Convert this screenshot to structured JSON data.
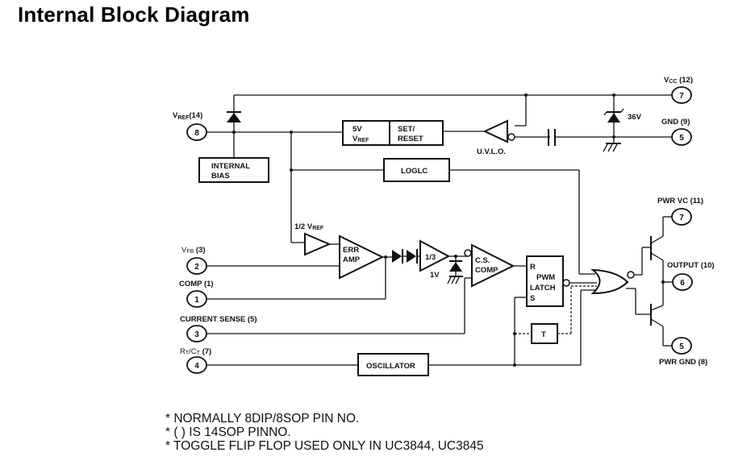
{
  "title": "Internal Block Diagram",
  "pins": {
    "vref": {
      "name": "V",
      "sub": "REF",
      "suffix": "(14)",
      "number": "8"
    },
    "vcc": {
      "name": "V",
      "sub": "CC",
      "suffix": " (12)",
      "number": "7"
    },
    "gnd": {
      "name": "GND (9)",
      "number": "5"
    },
    "vfb": {
      "name": "V",
      "sub": "FB",
      "suffix": "  (3)",
      "number": "2"
    },
    "comp": {
      "name": "COMP (1)",
      "number": "1"
    },
    "current_sense": {
      "name": "CURRENT SENSE (5)",
      "number": "3"
    },
    "rtct": {
      "name": "R",
      "sub": "T",
      "mid": "/C",
      "sub2": "T",
      "suffix": "  (7)",
      "number": "4"
    },
    "pwr_vc": {
      "name": "PWR VC (11)",
      "number": "7"
    },
    "output": {
      "name": "OUTPUT (10)",
      "number": "6"
    },
    "pwr_gnd": {
      "name": "PWR GND (8)",
      "number": "5"
    }
  },
  "blocks": {
    "internal_bias": [
      "INTERNAL",
      "BIAS"
    ],
    "vref_5v": {
      "line1": "5V",
      "line2": "V",
      "line2_sub": "REF"
    },
    "set_reset": [
      "SET/",
      "RESET"
    ],
    "uvlo": "U.V.L.O.",
    "logic": "LOGLC",
    "oscillator": "OSCILLATOR",
    "half_vref": {
      "text": "1/2 V",
      "sub": "REF"
    },
    "err_amp": [
      "ERR",
      "AMP"
    ],
    "one_third": "1/3",
    "one_volt": "1V",
    "cs_comp": [
      "C.S.",
      "COMP"
    ],
    "pwm_latch": {
      "r": "R",
      "line1": "PWM",
      "line2": "LATCH",
      "s": "S"
    },
    "toggle": "T",
    "zener": "36V"
  },
  "notes": [
    "* NORMALLY 8DIP/8SOP PIN NO.",
    "* ( ) IS 14SOP PINNO.",
    "* TOGGLE FLIP FLOP USED ONLY IN UC3844, UC3845"
  ]
}
